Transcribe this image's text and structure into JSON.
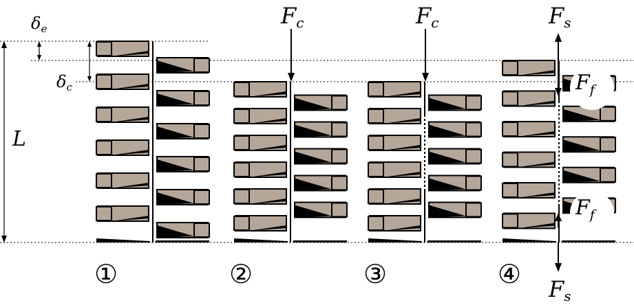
{
  "labels": {
    "delta_e": "δ",
    "delta_e_sub": "e",
    "delta_c": "δ",
    "delta_c_sub": "c",
    "length": "L",
    "force_c_2": "F",
    "force_c_2_sub": "c",
    "force_c_3": "F",
    "force_c_3_sub": "c",
    "force_s_top": "F",
    "force_s_top_sub": "s",
    "force_s_bottom": "F",
    "force_s_bottom_sub": "s",
    "force_f_top": "F",
    "force_f_top_sub": "f",
    "force_f_bottom": "F",
    "force_f_bottom_sub": "f"
  },
  "stages": [
    {
      "number": "①"
    },
    {
      "number": "②"
    },
    {
      "number": "③"
    },
    {
      "number": "④"
    }
  ],
  "colors": {
    "coil_fill": "#b5a69a",
    "coil_stroke": "#000000",
    "coil_shadow": "#000000",
    "label_bg": "#ffffff"
  }
}
